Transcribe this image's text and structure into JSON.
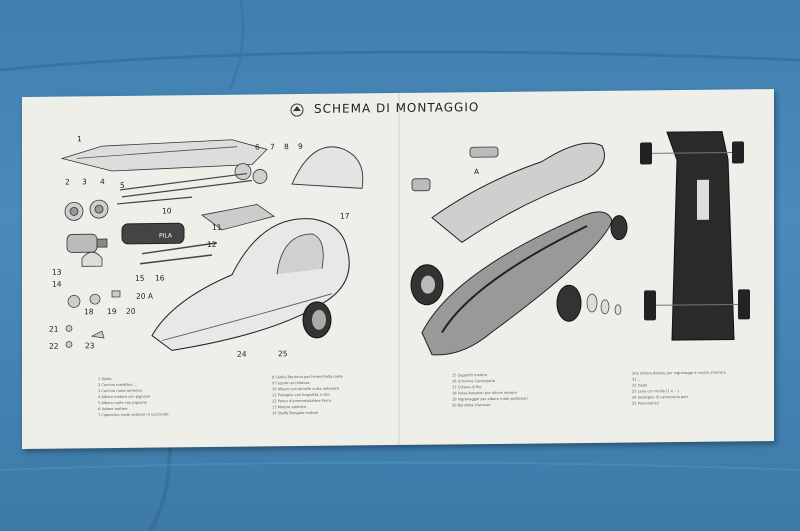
{
  "sheet": {
    "title": "SCHEMA DI MONTAGGIO",
    "battery_label": "PILA",
    "letter_label": "A",
    "numbers": [
      "1",
      "2",
      "3",
      "4",
      "5",
      "6",
      "7",
      "8",
      "9",
      "10",
      "11",
      "12",
      "13",
      "14",
      "15",
      "16",
      "17",
      "18",
      "19",
      "20",
      "20 A",
      "21",
      "22",
      "23",
      "24",
      "25"
    ]
  },
  "legend": {
    "col1": [
      "1 Telaio",
      "2 Cerchio metallico ...",
      "3 Cerchio ruote anteriori",
      "4 Albero motore con pignone",
      "5 Albero ruote con pignone",
      "6 Volano motore",
      "7 Coperchio ruote anteriori e cuscinetti"
    ],
    "col2": [
      "8 Sedile Berlocco per Formichella ruote",
      "9 Cupola cerchiatura",
      "10 Albero con lamelle scala anteriore",
      "11 Portapila con linguetta a vite",
      "12 Ponte d'ammortizzatore Ferro",
      "13 Motore elettrico",
      "14 Staffa Bengala motore"
    ],
    "col3": [
      "15 Supporti motore",
      "16 Scherma Carrozzeria",
      "17 Cofano di filo",
      "18 Pulsa Anteriori per eliche motore",
      "19 Ingranaggio per albero ruote posteriori",
      "20 Bandella d'arresto"
    ],
    "col4": [
      "20a Ghiera Bolone per ingranaggi e mozzo d'ancora",
      "21 ...",
      "22 Dado",
      "23 Leva con molla (1 e ...)",
      "24 Sostegno di carrozzeria pari",
      "25 Pneumatico"
    ]
  },
  "colors": {
    "paper": "#efefe9",
    "ink": "#222222",
    "sofa": "#4b8abb"
  }
}
